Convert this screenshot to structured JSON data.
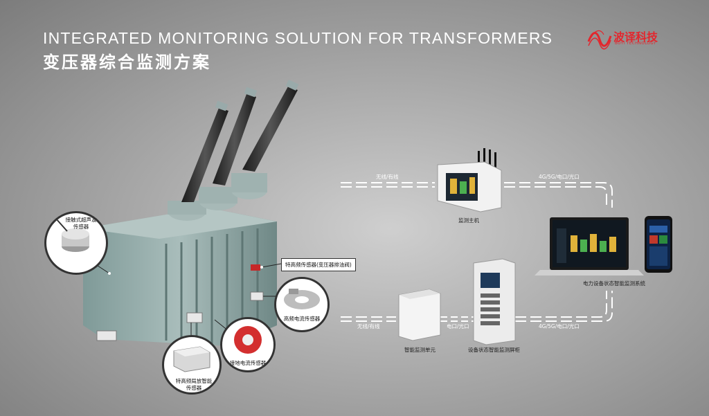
{
  "header": {
    "title_en": "INTEGRATED MONITORING SOLUTION FOR TRANSFORMERS",
    "title_cn": "变压器综合监测方案"
  },
  "brand": {
    "name": "波译科技",
    "tagline": "BOYI TECHNOLOGY",
    "color": "#e3262d"
  },
  "links": {
    "wireless_wired_top": "无线/有线",
    "wireless_wired_bottom": "无线/有线",
    "network_top": "4G/5G/电口/光口",
    "network_bottom": "4G/5G/电口/光口",
    "port": "电口/光口"
  },
  "devices": {
    "host": "监测主机",
    "system": "电力设备状态智能监测系统",
    "unit": "智能监测单元",
    "cabinet": "设备状态智能监测屏柜"
  },
  "sensors": {
    "ultrasonic_line1": "接触式超声波",
    "ultrasonic_line2": "传感器",
    "uhf_valve": "特高频传感器(变压器排油阀)",
    "hf_current": "高频电流传感器",
    "ground_current": "接地电流传感器",
    "pd_line1": "特高频局放智能",
    "pd_line2": "传感器"
  }
}
